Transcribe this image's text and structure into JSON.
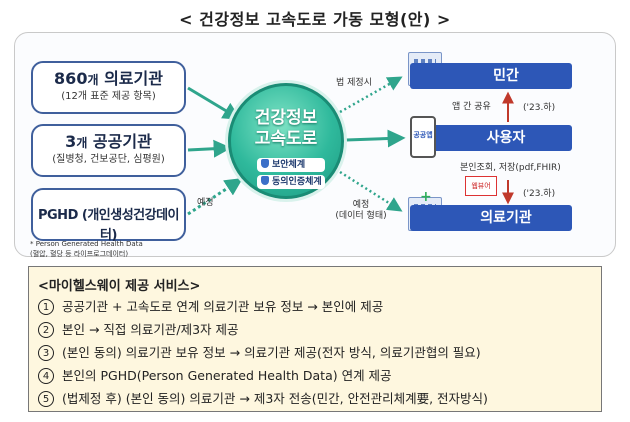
{
  "title": "< 건강정보 고속도로 가동 모형(안) >",
  "left_boxes": [
    {
      "num": "860",
      "unit": "개",
      "label": " 의료기관",
      "sub": "(12개 표준 제공 항목)"
    },
    {
      "num": "3",
      "unit": "개",
      "label": " 공공기관",
      "sub": "(질병청, 건보공단, 심평원)"
    },
    {
      "main": "PGHD (개인생성건강데이터)",
      "sub": ""
    }
  ],
  "note_line1": "* Person Generated Health Data",
  "note_line2": "(혈압, 혈당 등 라이프로그데이터)",
  "center": {
    "line1": "건강정보",
    "line2": "고속도로",
    "pill1": "보안체계",
    "pill2": "동의인증체계"
  },
  "edges": {
    "law": "법 제정시",
    "scheduled_left": "예정",
    "scheduled_right": "예정",
    "data_format": "(데이터 형태)",
    "app_share": "앱 간 공유",
    "year_top": "('23.하)",
    "view_store": "본인조회, 저장(pdf,FHIR)",
    "year_bottom": "('23.하)"
  },
  "right": {
    "private": "민간",
    "user": "사용자",
    "medical": "의료기관",
    "phone_text": "공공앱",
    "webview": "웹뷰어"
  },
  "services": {
    "title": "<마이헬스웨이 제공 서비스>",
    "items": [
      {
        "num": "1",
        "text": "공공기관 + 고속도로 연계 의료기관 보유 정보 → 본인에 제공"
      },
      {
        "num": "2",
        "text": "본인 → 직접 의료기관/제3자 제공"
      },
      {
        "num": "3",
        "text": "(본인 동의) 의료기관 보유 정보 → 의료기관 제공(전자 방식, 의료기관협의 필요)"
      },
      {
        "num": "4",
        "text": "본인의 PGHD(Person Generated Health Data) 연계 제공"
      },
      {
        "num": "5",
        "text": "(법제정 후) (본인 동의) 의료기관 → 제3자 전송(민간, 안전관리체계要, 전자방식)"
      }
    ]
  },
  "colors": {
    "accent_blue": "#2d57b7",
    "circle_green": "#2fb99c",
    "service_bg": "#fef7df"
  }
}
